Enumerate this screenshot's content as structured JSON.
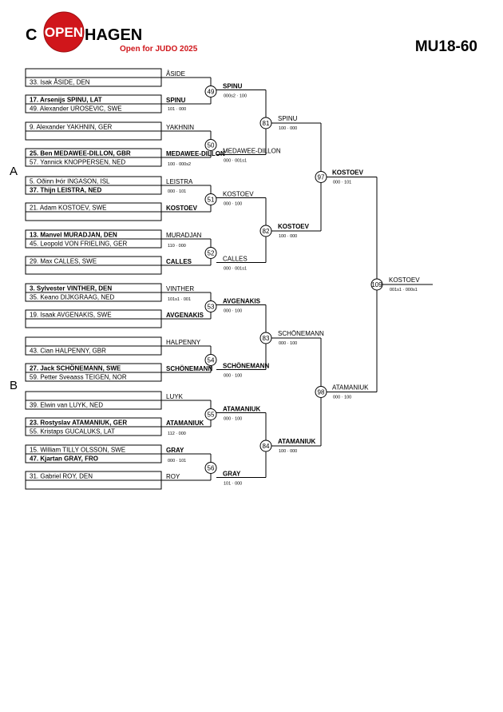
{
  "header": {
    "logo_c": "C",
    "logo_open": "OPEN",
    "logo_hagen": "HAGEN",
    "subtitle": "Open for JUDO 2025",
    "category": "MU18-60",
    "logo_color": "#d0161b"
  },
  "pools": [
    "A",
    "B"
  ],
  "entries": [
    {
      "text": "",
      "bold": false
    },
    {
      "text": "33. Isak ÅSIDE, DEN",
      "bold": false
    },
    {
      "text": "17. Arsenijs SPINU, LAT",
      "bold": true
    },
    {
      "text": "49. Alexander UROSEVIC, SWE",
      "bold": false
    },
    {
      "text": "9. Alexander YAKHNIN, GER",
      "bold": false
    },
    {
      "text": "",
      "bold": false
    },
    {
      "text": "25. Ben MEDAWEE-DILLON, GBR",
      "bold": true
    },
    {
      "text": "57. Yannick KNOPPERSEN, NED",
      "bold": false
    },
    {
      "text": "5. Oðinn Þór INGASON, ISL",
      "bold": false
    },
    {
      "text": "37. Thijn LEISTRA, NED",
      "bold": true
    },
    {
      "text": "21. Adam KOSTOEV, SWE",
      "bold": false
    },
    {
      "text": "",
      "bold": false
    },
    {
      "text": "13. Manvel MURADJAN, DEN",
      "bold": true
    },
    {
      "text": "45. Leopold VON FRIELING, GER",
      "bold": false
    },
    {
      "text": "29. Max CALLES, SWE",
      "bold": false
    },
    {
      "text": "",
      "bold": false
    },
    {
      "text": "3. Sylvester VINTHER, DEN",
      "bold": true
    },
    {
      "text": "35. Keano DIJKGRAAG, NED",
      "bold": false
    },
    {
      "text": "19. Isaak AVGENAKIS, SWE",
      "bold": false
    },
    {
      "text": "",
      "bold": false
    },
    {
      "text": "",
      "bold": false
    },
    {
      "text": "43. Cian HALPENNY, GBR",
      "bold": false
    },
    {
      "text": "27. Jack SCHÖNEMANN, SWE",
      "bold": true
    },
    {
      "text": "59. Petter Sveaass TEIGEN, NOR",
      "bold": false
    },
    {
      "text": "",
      "bold": false
    },
    {
      "text": "39. Elwin van LUYK, NED",
      "bold": false
    },
    {
      "text": "23. Rostyslav ATAMANIUK, GER",
      "bold": true
    },
    {
      "text": "55. Kristaps GUCALUKS, LAT",
      "bold": false
    },
    {
      "text": "15. William TILLY OLSSON, SWE",
      "bold": false
    },
    {
      "text": "47. Kjartan GRAY, FRO",
      "bold": true
    },
    {
      "text": "31. Gabriel ROY, DEN",
      "bold": false
    },
    {
      "text": "",
      "bold": false
    }
  ],
  "round1": [
    {
      "match": "49",
      "top": "ÅSIDE",
      "top_bold": false,
      "bottom": "SPINU",
      "bottom_bold": true,
      "winner": "SPINU",
      "score": "000s2 · 100"
    },
    {
      "match": "50",
      "top": "YAKHNIN",
      "top_bold": false,
      "bottom": "MEDAWEE-DILLON",
      "bottom_bold": true,
      "winner": "MEDAWEE-DILLON",
      "score": "000 · 001s1"
    },
    {
      "match": "51",
      "top": "LEISTRA",
      "top_bold": false,
      "bottom": "KOSTOEV",
      "bottom_bold": true,
      "winner": "KOSTOEV",
      "score": "000 · 100"
    },
    {
      "match": "52",
      "top": "MURADJAN",
      "top_bold": false,
      "bottom": "CALLES",
      "bottom_bold": true,
      "winner": "CALLES",
      "score": "000 · 001s1"
    },
    {
      "match": "53",
      "top": "VINTHER",
      "top_bold": false,
      "bottom": "AVGENAKIS",
      "bottom_bold": true,
      "winner": "AVGENAKIS",
      "score": "000 · 100"
    },
    {
      "match": "54",
      "top": "HALPENNY",
      "top_bold": false,
      "bottom": "SCHÖNEMANN",
      "bottom_bold": true,
      "winner": "SCHÖNEMANN",
      "score": "000 · 100"
    },
    {
      "match": "55",
      "top": "LUYK",
      "top_bold": false,
      "bottom": "ATAMANIUK",
      "bottom_bold": true,
      "winner": "ATAMANIUK",
      "score": "000 · 100"
    },
    {
      "match": "56",
      "top": "GRAY",
      "top_bold": true,
      "bottom": "ROY",
      "bottom_bold": false,
      "winner": "GRAY",
      "score": "101 · 000"
    }
  ],
  "round1_scores_top": [
    "101 · 000",
    "100 · 000s2",
    "000 · 101",
    "110 · 000",
    "101s1 · 001",
    "",
    "112 · 000",
    "000 · 101"
  ],
  "round2": [
    {
      "match": "81",
      "winner": "SPINU",
      "score": "100 · 000"
    },
    {
      "match": "82",
      "winner": "KOSTOEV",
      "score": "100 · 000"
    },
    {
      "match": "83",
      "winner": "SCHÖNEMANN",
      "score": "000 · 100"
    },
    {
      "match": "84",
      "winner": "ATAMANIUK",
      "score": "100 · 000"
    }
  ],
  "round3": [
    {
      "match": "97",
      "winner": "KOSTOEV",
      "score": "000 · 101"
    },
    {
      "match": "98",
      "winner": "ATAMANIUK",
      "score": "000 · 100"
    }
  ],
  "final": {
    "match": "109",
    "winner": "KOSTOEV",
    "score": "001s1 · 000s1"
  }
}
